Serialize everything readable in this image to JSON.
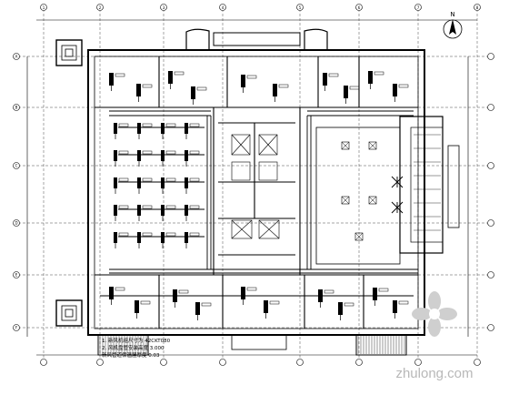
{
  "north_arrow": {
    "label": "N"
  },
  "grid_axes": {
    "top": [
      "1",
      "2",
      "3",
      "4",
      "5",
      "6",
      "7",
      "8"
    ],
    "left": [
      "A",
      "B",
      "C",
      "D",
      "E",
      "F"
    ]
  },
  "notes": [
    "1. 新风机组尺寸为 42CKT080",
    "2. 风机盘管安装高度 3.000",
    "新风管道保温层厚度 0.03"
  ],
  "watermark": {
    "text": "zhulong.com"
  },
  "colors": {
    "line": "#000000",
    "background": "#ffffff",
    "watermark": "#b8b8b8"
  }
}
